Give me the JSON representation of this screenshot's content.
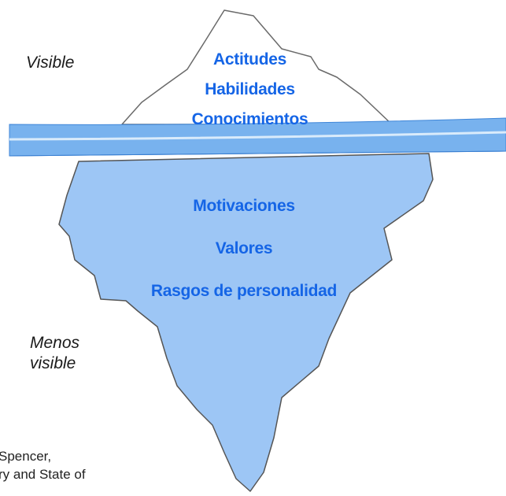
{
  "labels": {
    "visible": "Visible",
    "less_visible_line1": "Menos",
    "less_visible_line2": "visible"
  },
  "above_water": [
    "Actitudes",
    "Habilidades",
    "Conocimientos"
  ],
  "below_water": [
    "Motivaciones",
    "Valores",
    "Rasgos de personalidad"
  ],
  "citation": {
    "line1": "Spencer,",
    "line2": "ry and State of"
  },
  "colors": {
    "keyword_text": "#1565e6",
    "iceberg_fill": "#9dc6f5",
    "iceberg_stroke": "#555555",
    "water_band": "#78b2ee",
    "tip_fill": "#ffffff"
  }
}
